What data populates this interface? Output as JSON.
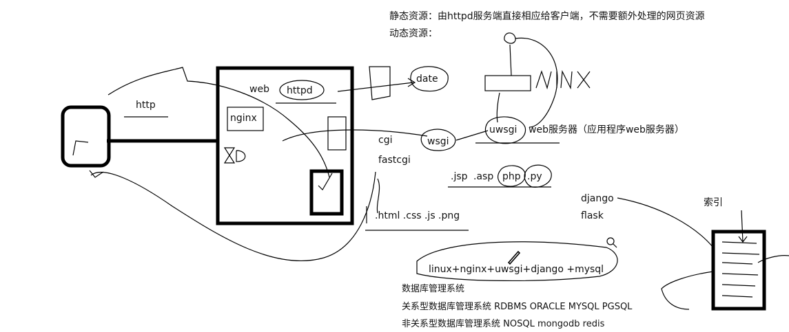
{
  "notes": {
    "static_resource": "静态资源：由httpd服务端直接相应给客户端，不需要额外处理的网页资源",
    "dynamic_resource": "动态资源："
  },
  "labels": {
    "http": "http",
    "web": "web",
    "httpd": "httpd",
    "nginx": "nginx",
    "date": "date",
    "cgi": "cgi",
    "fastcgi": "fastcgi",
    "wsgi": "wsgi",
    "uwsgi": "uwsgi",
    "web_server": "web服务器（应用程序web服务器）",
    "jsp": ".jsp",
    "asp": ".asp",
    "php": "php",
    "py": ".py",
    "static_files": ".html .css .js  .png",
    "django": "django",
    "flask": "flask",
    "index": "索引",
    "stack": "linux+nginx+uwsgi+django +mysql"
  },
  "db": {
    "title": "数据库管理系统",
    "relational": "关系型数据库管理系统  RDBMS   ORACLE  MYSQL  PGSQL",
    "non_relational": "非关系型数据库管理系统   NOSQL    mongodb  redis"
  }
}
